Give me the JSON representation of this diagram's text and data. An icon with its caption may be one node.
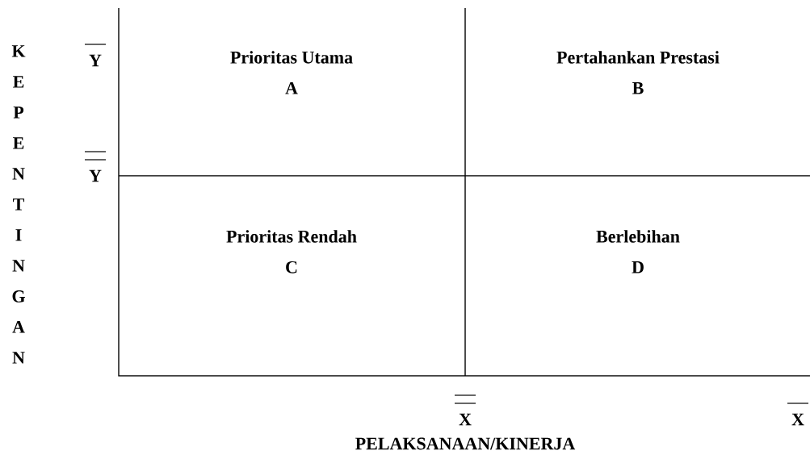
{
  "diagram": {
    "nodes": [
      {
        "text": [
          "Prioritas Utama",
          "A"
        ]
      },
      {
        "text": [
          "Pertahankan Prestasi",
          "B"
        ]
      },
      {
        "text": [
          "Prioritas Rendah",
          "C"
        ]
      },
      {
        "text": [
          "Berlebihan",
          "D"
        ]
      }
    ],
    "labels": [
      "KEPENTINGAN",
      "Y",
      "Y",
      "X",
      "X",
      "PELAKSANAAN/KINERJA"
    ]
  }
}
